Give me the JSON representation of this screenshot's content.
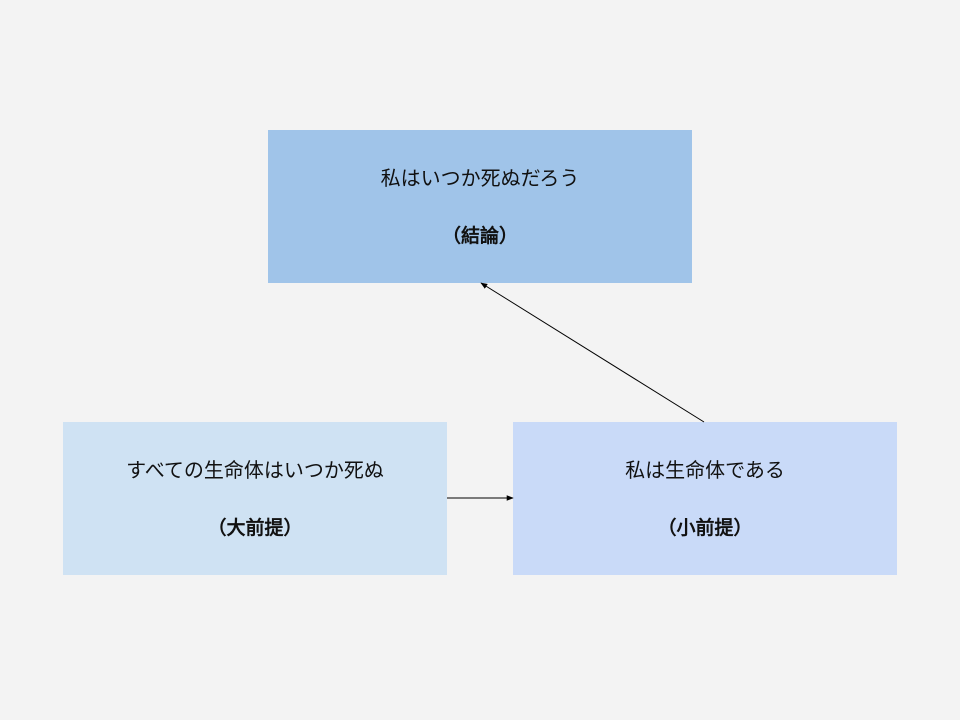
{
  "colors": {
    "background": "#f3f3f3",
    "conclusion_fill": "#a0c4e9",
    "major_fill": "#cfe2f3",
    "minor_fill": "#c9daf8",
    "arrow": "#000000"
  },
  "conclusion": {
    "text": "私はいつか死ぬだろう",
    "role": "（結論）"
  },
  "major_premise": {
    "text": "すべての生命体はいつか死ぬ",
    "role": "（大前提）"
  },
  "minor_premise": {
    "text": "私は生命体である",
    "role": "（小前提）"
  }
}
